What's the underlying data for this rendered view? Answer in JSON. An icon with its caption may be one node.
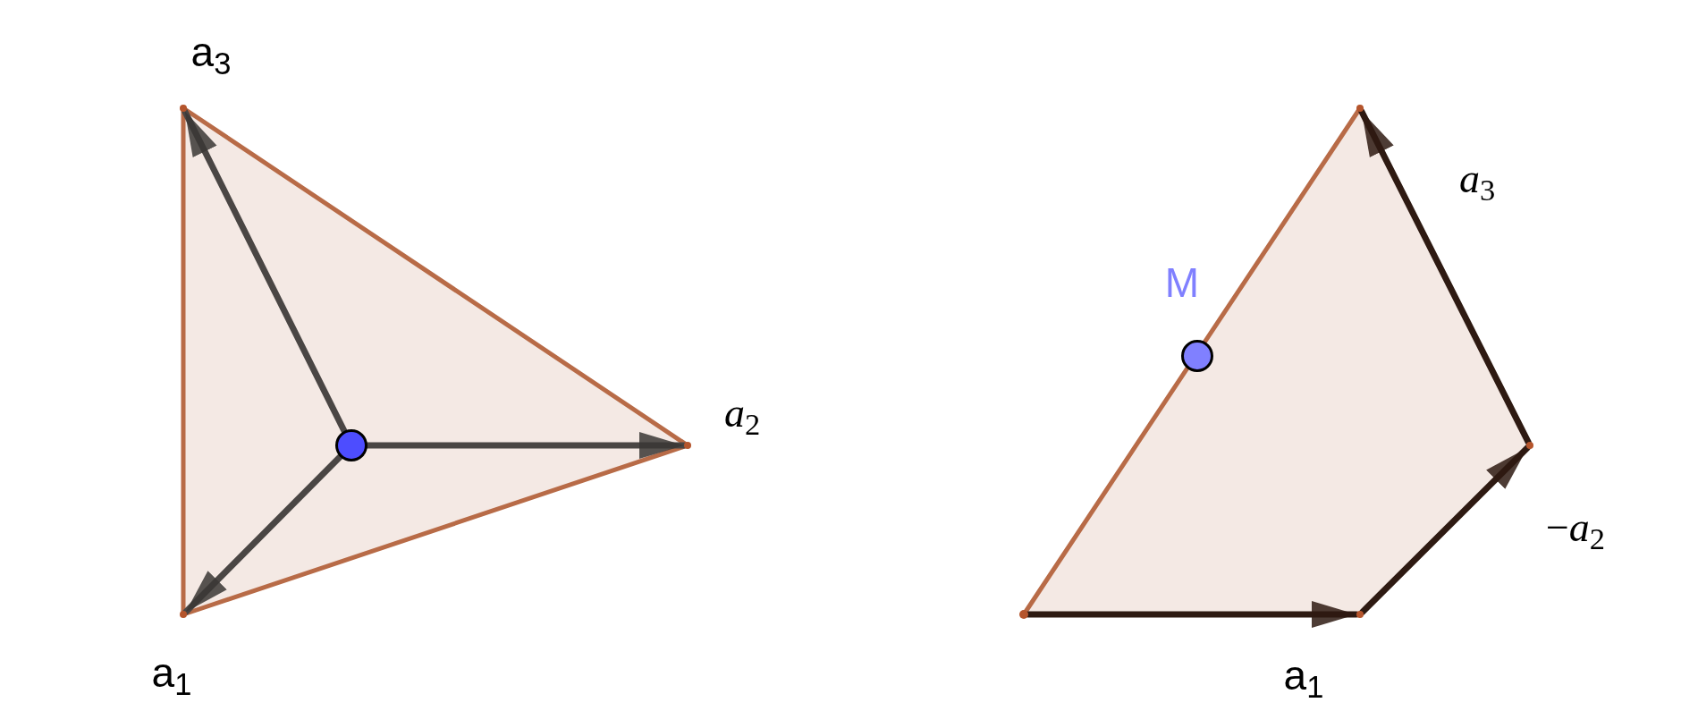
{
  "diagram": {
    "nodes": [
      {
        "text": [],
        "shape": "circle"
      },
      {
        "text": [],
        "shape": "circle"
      },
      {
        "text": [],
        "shape": "circle"
      },
      {
        "text": [],
        "shape": "circle"
      },
      {
        "text": [],
        "shape": "circle"
      },
      {
        "text": [],
        "shape": "circle"
      },
      {
        "text": [],
        "shape": "circle"
      },
      {
        "text": [],
        "shape": "circle"
      },
      {
        "text": [],
        "shape": "circle",
        "beside": [
          "M"
        ]
      }
    ],
    "edges": [
      {
        "from": 3,
        "to": 0,
        "arrow": "to",
        "label": "a$_{3}$"
      },
      {
        "from": 3,
        "to": 2,
        "arrow": "to",
        "label": "*a*$_{2}$"
      },
      {
        "from": 3,
        "to": 1,
        "arrow": "to",
        "label": "a$_{1}$"
      },
      {
        "from": 4,
        "to": 5,
        "arrow": "to",
        "label": "a$_{1}$",
        "color": "#2e1a12"
      },
      {
        "from": 5,
        "to": 6,
        "arrow": "to",
        "label": "−*a*$_{2}$",
        "color": "#2e1a12"
      },
      {
        "from": 6,
        "to": 7,
        "arrow": "to",
        "label": "*a*$_{3}$",
        "color": "#2e1a12"
      }
    ]
  }
}
